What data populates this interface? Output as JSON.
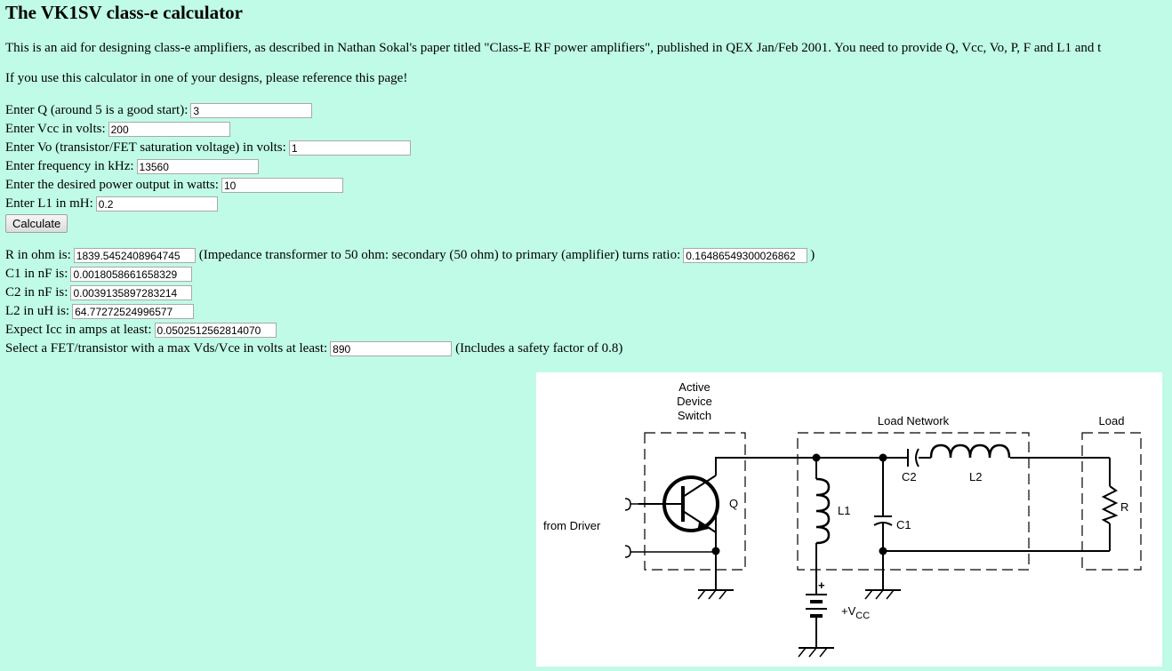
{
  "title": "The VK1SV class-e calculator",
  "intro": "This is an aid for designing class-e amplifiers, as described in Nathan Sokal's paper titled \"Class-E RF power amplifiers\", published in QEX Jan/Feb 2001. You need to provide Q, Vcc, Vo, P, F and L1 and t",
  "reference_note": "If you use this calculator in one of your designs, please reference this page!",
  "inputs": [
    {
      "label": "Enter Q (around 5 is a good start):",
      "value": "3"
    },
    {
      "label": "Enter Vcc in volts:",
      "value": "200"
    },
    {
      "label": "Enter Vo (transistor/FET saturation voltage) in volts:",
      "value": "1"
    },
    {
      "label": "Enter frequency in kHz:",
      "value": "13560"
    },
    {
      "label": "Enter the desired power output in watts:",
      "value": "10"
    },
    {
      "label": "Enter L1 in mH:",
      "value": "0.2"
    }
  ],
  "calculate_label": "Calculate",
  "results": {
    "r_label": "R in ohm is:",
    "r_value": "1839.5452408964745",
    "r_note_before": "(Impedance transformer to 50 ohm: secondary (50 ohm) to primary (amplifier) turns ratio:",
    "turns_ratio": "0.16486549300026862",
    "r_note_after": ")",
    "c1_label": "C1 in nF is:",
    "c1_value": "0.0018058661658329",
    "c2_label": "C2 in nF is:",
    "c2_value": "0.0039135897283214",
    "l2_label": "L2 in uH is:",
    "l2_value": "64.77272524996577",
    "icc_label": "Expect Icc in amps at least:",
    "icc_value": "0.0502512562814070",
    "vds_label": "Select a FET/transistor with a max Vds/Vce in volts at least:",
    "vds_value": "890",
    "vds_note": "(Includes a safety factor of 0.8)"
  },
  "diagram": {
    "active_device_label_1": "Active",
    "active_device_label_2": "Device",
    "active_device_label_3": "Switch",
    "load_network_label": "Load Network",
    "load_label": "Load",
    "from_driver_label": "from Driver",
    "q_label": "Q",
    "l1_label": "L1",
    "c1_label": "C1",
    "c2_label": "C2",
    "l2_label": "L2",
    "r_label": "R",
    "plus_label": "+",
    "vcc_label": "+V",
    "vcc_sub": "CC"
  }
}
